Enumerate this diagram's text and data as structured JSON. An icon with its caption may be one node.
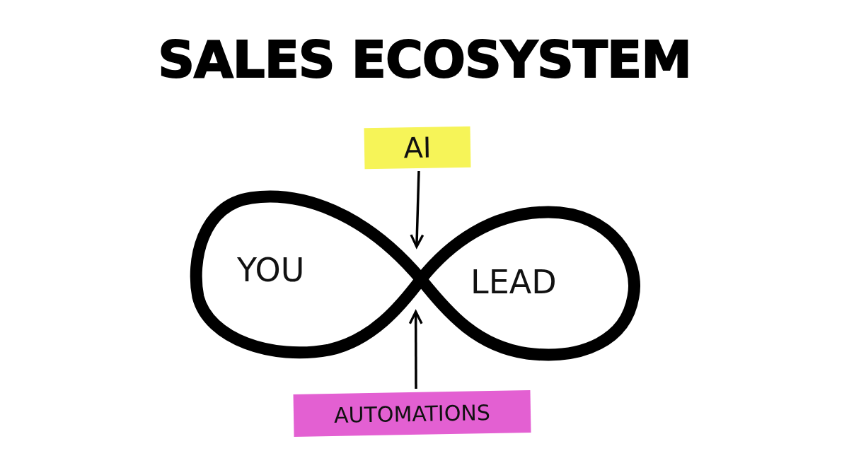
{
  "diagram": {
    "title": "SALES ECOSYSTEM",
    "nodes": [
      {
        "text": [
          "AI"
        ]
      },
      {
        "text": [],
        "shape": "infinity"
      },
      {
        "text": [
          "YOU"
        ],
        "in": 1
      },
      {
        "text": [
          "LEAD"
        ],
        "in": 1
      },
      {
        "text": [
          "AUTOMATIONS"
        ]
      }
    ],
    "edges": [
      {
        "from": 0,
        "to": 1,
        "arrow": "to"
      },
      {
        "from": 4,
        "to": 1,
        "arrow": "to"
      }
    ]
  }
}
